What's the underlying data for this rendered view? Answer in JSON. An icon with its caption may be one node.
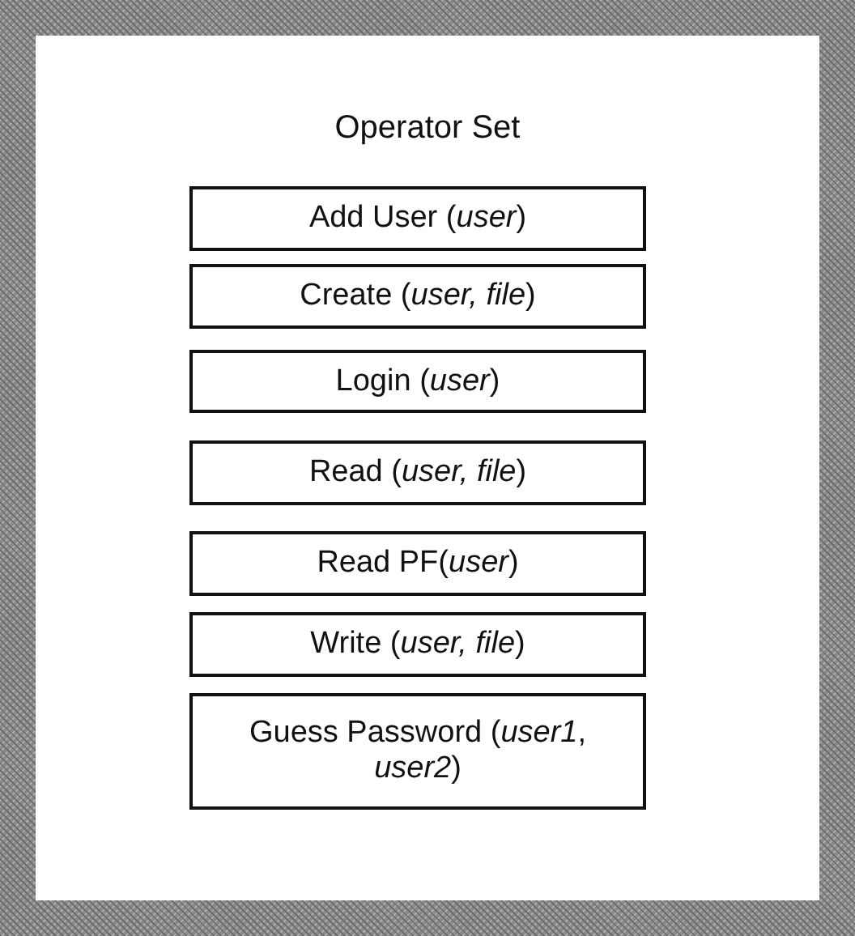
{
  "diagram": {
    "nodes": [
      {
        "text": [
          "Operator Set"
        ]
      },
      {
        "text": [
          "Add User (*user*)"
        ],
        "in": 0
      },
      {
        "text": [
          "Create (*user, file*)"
        ],
        "in": 0
      },
      {
        "text": [
          "Login (*user*)"
        ],
        "in": 0
      },
      {
        "text": [
          "Read (*user, file*)"
        ],
        "in": 0
      },
      {
        "text": [
          "Read PF(*user*)"
        ],
        "in": 0
      },
      {
        "text": [
          "Write (*user, file*)"
        ],
        "in": 0
      },
      {
        "text": [
          "Guess Password (*user1*, *user2*)"
        ],
        "in": 0
      }
    ]
  }
}
